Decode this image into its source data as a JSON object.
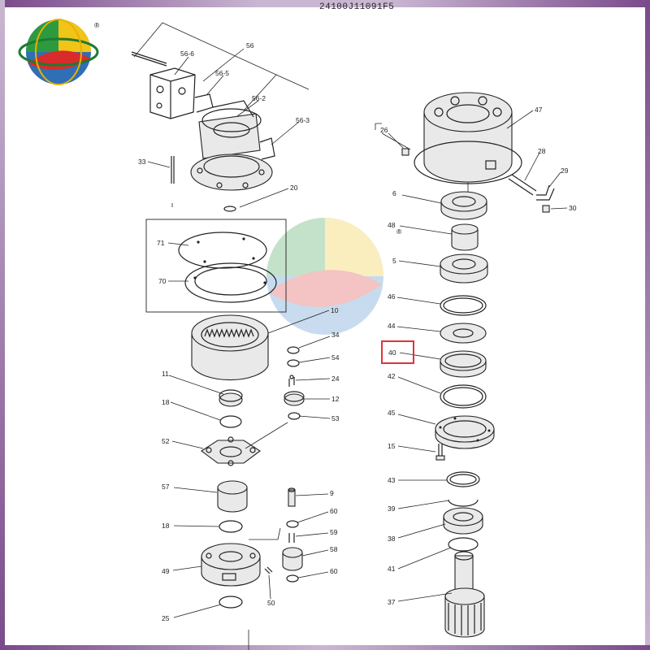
{
  "document_id": "24100J11091F5",
  "logo_trademark": "®",
  "watermark_trademark": "®",
  "highlight_color": "#e0333a",
  "highlighted_callout": "40",
  "callouts": {
    "c56": "56",
    "c56_6": "56-6",
    "c56_5": "56-5",
    "c56_2": "56-2",
    "c56_3": "56-3",
    "c33": "33",
    "c20": "20",
    "c71": "71",
    "c70": "70",
    "c10": "10",
    "c34": "34",
    "c54": "54",
    "c24": "24",
    "c12": "12",
    "c53": "53",
    "c11": "11",
    "c18a": "18",
    "c52": "52",
    "c57": "57",
    "c18b": "18",
    "c49": "49",
    "c25": "25",
    "c50": "50",
    "c9": "9",
    "c60a": "60",
    "c59": "59",
    "c58": "58",
    "c60b": "60",
    "c47": "47",
    "c26": "26",
    "c28": "28",
    "c29": "29",
    "c30": "30",
    "c6": "6",
    "c48": "48",
    "c5": "5",
    "c46": "46",
    "c44": "44",
    "c40": "40",
    "c42": "42",
    "c45": "45",
    "c15": "15",
    "c43": "43",
    "c39": "39",
    "c38": "38",
    "c41": "41",
    "c37": "37"
  }
}
